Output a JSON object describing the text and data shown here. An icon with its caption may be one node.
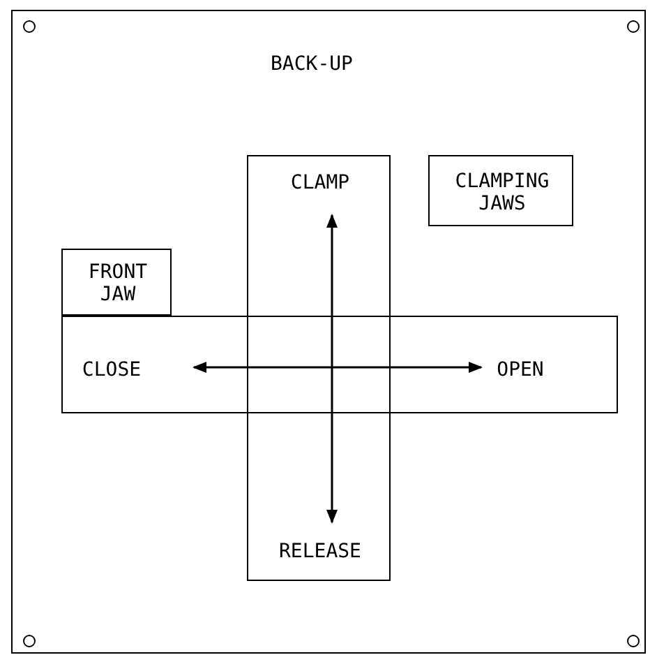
{
  "diagram": {
    "nodes": [
      {
        "text": [
          "BACK-UP"
        ]
      },
      {
        "text": [
          "CLAMP",
          "RELEASE"
        ],
        "in": 0
      },
      {
        "text": [
          "CLOSE",
          "OPEN"
        ],
        "in": 0
      },
      {
        "text": [
          "CLAMPING JAWS"
        ],
        "in": 0
      },
      {
        "text": [
          "FRONT JAW"
        ],
        "in": 0
      }
    ]
  }
}
